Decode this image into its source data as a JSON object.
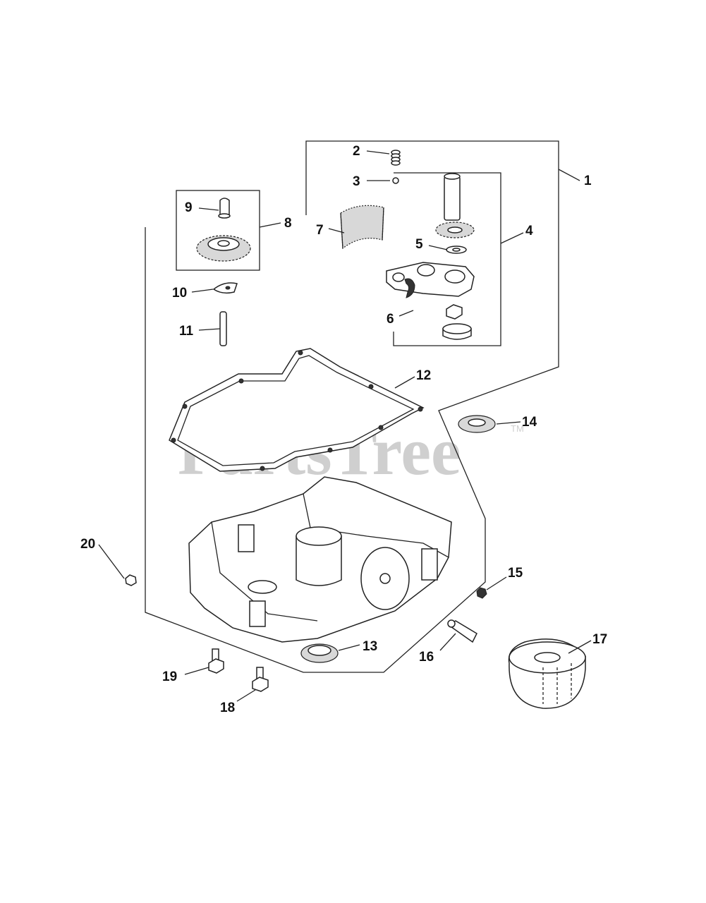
{
  "watermark": {
    "text": "PartsTree",
    "trademark": "TM"
  },
  "callouts": [
    {
      "id": "callout-1",
      "label": "1"
    },
    {
      "id": "callout-2",
      "label": "2"
    },
    {
      "id": "callout-3",
      "label": "3"
    },
    {
      "id": "callout-4",
      "label": "4"
    },
    {
      "id": "callout-5",
      "label": "5"
    },
    {
      "id": "callout-6",
      "label": "6"
    },
    {
      "id": "callout-7",
      "label": "7"
    },
    {
      "id": "callout-8",
      "label": "8"
    },
    {
      "id": "callout-9",
      "label": "9"
    },
    {
      "id": "callout-10",
      "label": "10"
    },
    {
      "id": "callout-11",
      "label": "11"
    },
    {
      "id": "callout-12",
      "label": "12"
    },
    {
      "id": "callout-13",
      "label": "13"
    },
    {
      "id": "callout-14",
      "label": "14"
    },
    {
      "id": "callout-15",
      "label": "15"
    },
    {
      "id": "callout-16",
      "label": "16"
    },
    {
      "id": "callout-17",
      "label": "17"
    },
    {
      "id": "callout-18",
      "label": "18"
    },
    {
      "id": "callout-19",
      "label": "19"
    },
    {
      "id": "callout-20",
      "label": "20"
    }
  ]
}
